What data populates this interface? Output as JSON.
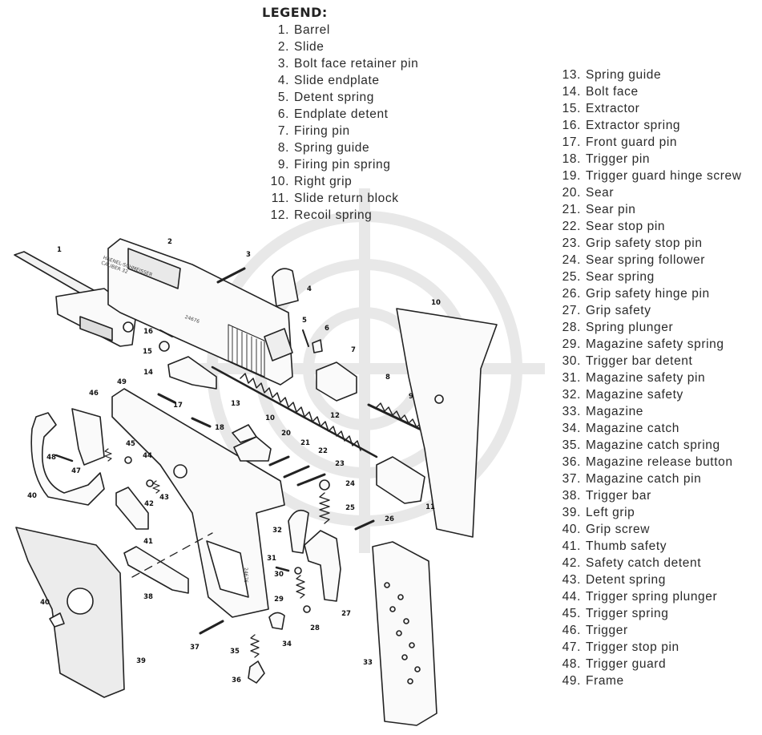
{
  "legend": {
    "title": "LEGEND:",
    "column_1": [
      {
        "num": "1.",
        "label": "Barrel"
      },
      {
        "num": "2.",
        "label": "Slide"
      },
      {
        "num": "3.",
        "label": "Bolt face retainer pin"
      },
      {
        "num": "4.",
        "label": "Slide endplate"
      },
      {
        "num": "5.",
        "label": "Detent spring"
      },
      {
        "num": "6.",
        "label": "Endplate detent"
      },
      {
        "num": "7.",
        "label": "Firing pin"
      },
      {
        "num": "8.",
        "label": "Spring guide"
      },
      {
        "num": "9.",
        "label": "Firing pin spring"
      },
      {
        "num": "10.",
        "label": "Right grip"
      },
      {
        "num": "11.",
        "label": "Slide return block"
      },
      {
        "num": "12.",
        "label": "Recoil spring"
      }
    ],
    "column_2": [
      {
        "num": "13.",
        "label": "Spring guide"
      },
      {
        "num": "14.",
        "label": "Bolt face"
      },
      {
        "num": "15.",
        "label": "Extractor"
      },
      {
        "num": "16.",
        "label": "Extractor spring"
      },
      {
        "num": "17.",
        "label": "Front guard pin"
      },
      {
        "num": "18.",
        "label": "Trigger pin"
      },
      {
        "num": "19.",
        "label": "Trigger guard hinge screw"
      },
      {
        "num": "20.",
        "label": "Sear"
      },
      {
        "num": "21.",
        "label": "Sear pin"
      },
      {
        "num": "22.",
        "label": "Sear stop pin"
      },
      {
        "num": "23.",
        "label": "Grip safety stop pin"
      },
      {
        "num": "24.",
        "label": "Sear spring follower"
      },
      {
        "num": "25.",
        "label": "Sear spring"
      },
      {
        "num": "26.",
        "label": "Grip safety hinge pin"
      },
      {
        "num": "27.",
        "label": "Grip safety"
      },
      {
        "num": "28.",
        "label": "Spring plunger"
      },
      {
        "num": "29.",
        "label": "Magazine safety spring"
      },
      {
        "num": "30.",
        "label": "Trigger bar detent"
      },
      {
        "num": "31.",
        "label": "Magazine safety pin"
      },
      {
        "num": "32.",
        "label": "Magazine safety"
      },
      {
        "num": "33.",
        "label": "Magazine"
      },
      {
        "num": "34.",
        "label": "Magazine catch"
      },
      {
        "num": "35.",
        "label": "Magazine catch spring"
      },
      {
        "num": "36.",
        "label": "Magazine release button"
      },
      {
        "num": "37.",
        "label": "Magazine catch pin"
      },
      {
        "num": "38.",
        "label": "Trigger bar"
      },
      {
        "num": "39.",
        "label": "Left grip"
      },
      {
        "num": "40.",
        "label": "Grip screw"
      },
      {
        "num": "41.",
        "label": "Thumb safety"
      },
      {
        "num": "42.",
        "label": "Safety catch detent"
      },
      {
        "num": "43.",
        "label": "Detent spring"
      },
      {
        "num": "44.",
        "label": "Trigger spring plunger"
      },
      {
        "num": "45.",
        "label": "Trigger spring"
      },
      {
        "num": "46.",
        "label": "Trigger"
      },
      {
        "num": "47.",
        "label": "Trigger stop pin"
      },
      {
        "num": "48.",
        "label": "Trigger guard"
      },
      {
        "num": "49.",
        "label": "Frame"
      }
    ]
  },
  "slide_engraving": {
    "line_1": "HAENEL-SCHMEISSER",
    "line_2": "CALIBER 32",
    "serial": "24676"
  },
  "frame_serial": "24676",
  "callouts": {
    "c1": "1",
    "c2": "2",
    "c3": "3",
    "c4": "4",
    "c5": "5",
    "c6": "6",
    "c7": "7",
    "c8": "8",
    "c9": "9",
    "c10": "10",
    "c10b": "10",
    "c11": "11",
    "c12": "12",
    "c13": "13",
    "c14": "14",
    "c15": "15",
    "c16": "16",
    "c17": "17",
    "c18": "18",
    "c20": "20",
    "c21": "21",
    "c22": "22",
    "c23": "23",
    "c24": "24",
    "c25": "25",
    "c26": "26",
    "c27": "27",
    "c28": "28",
    "c29": "29",
    "c30": "30",
    "c31": "31",
    "c32": "32",
    "c33": "33",
    "c34": "34",
    "c35": "35",
    "c36": "36",
    "c37": "37",
    "c38": "38",
    "c39": "39",
    "c40": "40",
    "c40b": "40",
    "c41": "41",
    "c42": "42",
    "c43": "43",
    "c44": "44",
    "c45": "45",
    "c46": "46",
    "c47": "47",
    "c48": "48",
    "c49": "49"
  },
  "colors": {
    "ink": "#2a2a2a",
    "watermark": "#e6e6e6"
  }
}
